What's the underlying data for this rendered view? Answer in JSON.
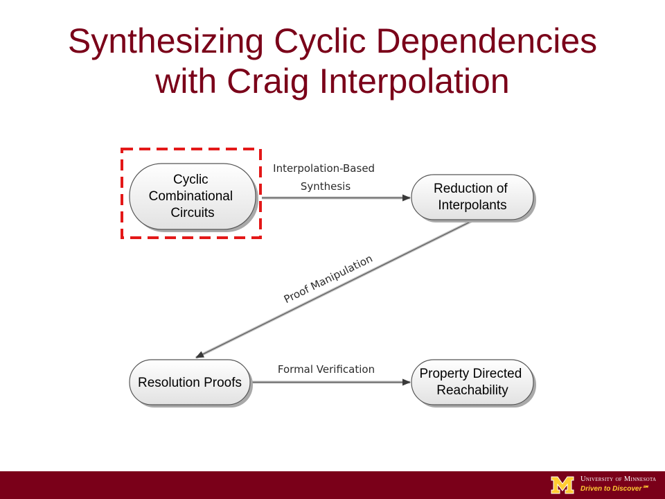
{
  "slide": {
    "title_line1": "Synthesizing Cyclic Dependencies",
    "title_line2": "with Craig Interpolation"
  },
  "diagram": {
    "nodes": {
      "cyclic": {
        "line1": "Cyclic",
        "line2": "Combinational",
        "line3": "Circuits"
      },
      "reduction": {
        "line1": "Reduction of",
        "line2": "Interpolants"
      },
      "resolution": {
        "line1": "Resolution Proofs"
      },
      "pdr": {
        "line1": "Property Directed",
        "line2": "Reachability"
      }
    },
    "edges": {
      "synthesis": {
        "line1": "Interpolation-Based",
        "line2": "Synthesis"
      },
      "proof": {
        "line1": "Proof Manipulation"
      },
      "verification": {
        "line1": "Formal Verification"
      }
    },
    "highlight_color": "#e31818"
  },
  "footer": {
    "logo_line1": "University of Minnesota",
    "logo_line2": "Driven to Discover℠",
    "brand_color": "#7a0019",
    "accent_color": "#ffcc33"
  }
}
